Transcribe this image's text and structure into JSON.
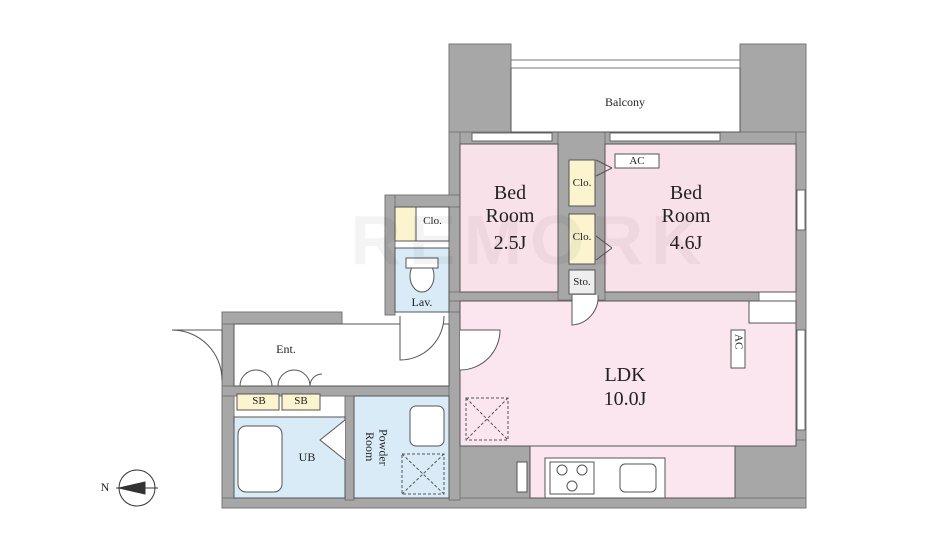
{
  "rooms": {
    "balcony": "Balcony",
    "bed_small": {
      "label": "Bed\nRoom",
      "size": "2.5J"
    },
    "bed_large": {
      "label": "Bed\nRoom",
      "size": "4.6J"
    },
    "ldk": {
      "label": "LDK",
      "size": "10.0J"
    },
    "entrance": "Ent.",
    "lavatory": "Lav.",
    "unit_bath": "UB",
    "powder_room": "Powder\nRoom",
    "shoe_box_1": "SB",
    "shoe_box_2": "SB",
    "closet_hall": "Clo.",
    "closet_bed_1": "Clo.",
    "closet_bed_2": "Clo.",
    "storage": "Sto.",
    "ac_bed": "AC",
    "ac_ldk": "AC"
  },
  "compass": {
    "north_label": "N"
  },
  "watermark": "REMORK",
  "colors": {
    "wall": "#a7a7a7",
    "wall_edge": "#777777",
    "bedroom": "#f9e1ea",
    "ldk": "#fbe5ee",
    "bath": "#d8ebf7",
    "closet": "#fbf4cf",
    "storage": "#eeeeee",
    "outline": "#555555"
  }
}
